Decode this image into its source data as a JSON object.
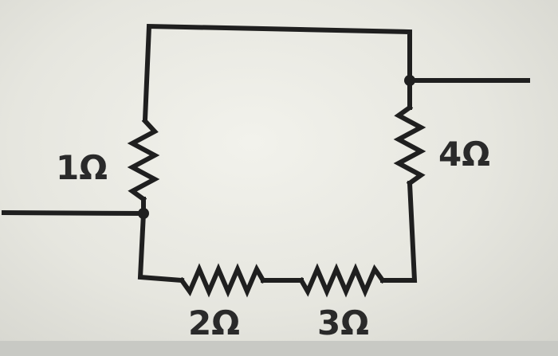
{
  "diagram": {
    "type": "circuit",
    "resistors": [
      {
        "id": "r1",
        "label": "1Ω"
      },
      {
        "id": "r2",
        "label": "2Ω"
      },
      {
        "id": "r3",
        "label": "3Ω"
      },
      {
        "id": "r4",
        "label": "4Ω"
      }
    ],
    "colors": {
      "wire": "#1f1f1f",
      "background": "#ececE6"
    }
  }
}
